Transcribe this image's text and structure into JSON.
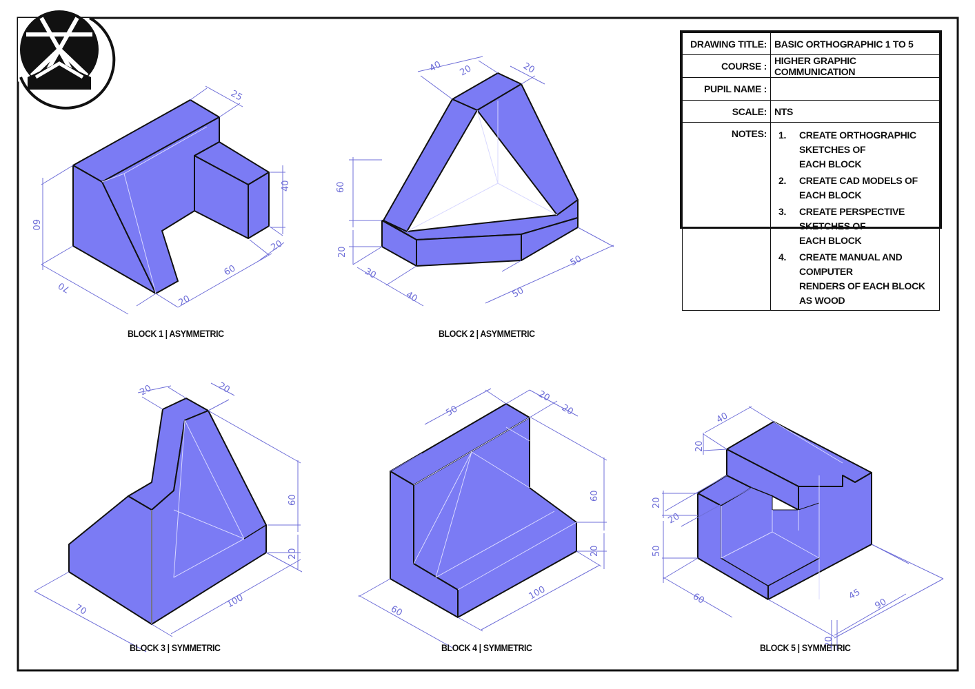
{
  "title_block": {
    "drawing_title_label": "DRAWING TITLE:",
    "drawing_title": "BASIC ORTHOGRAPHIC 1 TO 5",
    "course_label": "COURSE :",
    "course": "HIGHER GRAPHIC COMMUNICATION",
    "pupil_label": "PUPIL NAME :",
    "pupil": "",
    "scale_label": "SCALE:",
    "scale": "NTS",
    "notes_label": "NOTES:",
    "notes": [
      {
        "num": "1.",
        "line1": "CREATE ORTHOGRAPHIC SKETCHES OF",
        "line2": "EACH BLOCK"
      },
      {
        "num": "2.",
        "line1": "CREATE CAD MODELS OF EACH BLOCK",
        "line2": ""
      },
      {
        "num": "3.",
        "line1": "CREATE PERSPECTIVE SKETCHES OF",
        "line2": "EACH BLOCK"
      },
      {
        "num": "4.",
        "line1": "CREATE MANUAL AND COMPUTER",
        "line2": "RENDERS OF EACH BLOCK AS WOOD"
      }
    ]
  },
  "captions": {
    "block1": "BLOCK 1 | ASYMMETRIC",
    "block2": "BLOCK 2 | ASYMMETRIC",
    "block3": "BLOCK 3 | SYMMETRIC",
    "block4": "BLOCK 4 | SYMMETRIC",
    "block5": "BLOCK 5 | SYMMETRIC"
  },
  "dimensions": {
    "b1": {
      "d25": "25",
      "d40": "40",
      "d60v": "60",
      "d20r": "20",
      "d60": "60",
      "d20b": "20",
      "d70": "70"
    },
    "b2": {
      "d40": "40",
      "d20a": "20",
      "d20b": "20",
      "d60": "60",
      "d20v": "20",
      "d30": "30",
      "d40b": "40",
      "d50a": "50",
      "d50b": "50"
    },
    "b3": {
      "d20a": "20",
      "d20b": "20",
      "d60": "60",
      "d20v": "20",
      "d100": "100",
      "d70": "70"
    },
    "b4": {
      "d50": "50",
      "d20a": "20",
      "d20b": "20",
      "d60v": "60",
      "d20v": "20",
      "d100": "100",
      "d60": "60"
    },
    "b5": {
      "d40": "40",
      "d20a": "20",
      "d20b": "20",
      "d20c": "20",
      "d50": "50",
      "d60": "60",
      "d45": "45",
      "d90": "90",
      "d20d": "20"
    }
  },
  "colors": {
    "fill": "#7b7bf4",
    "dimension": "#6f6fd8",
    "outline": "#111111"
  }
}
